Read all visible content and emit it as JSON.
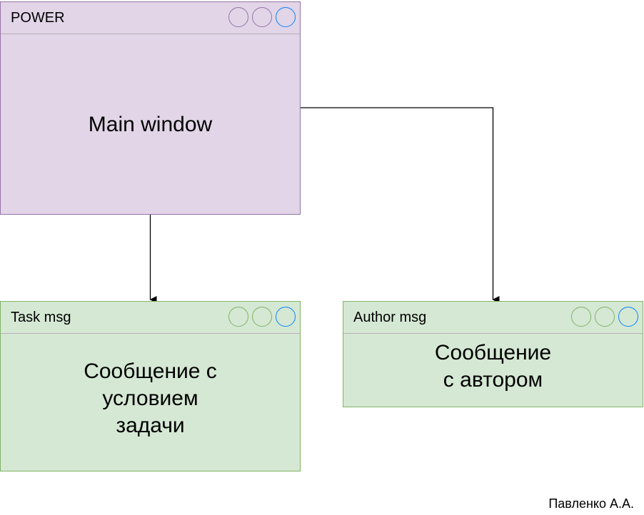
{
  "colors": {
    "main_fill": "#e1d5e7",
    "main_stroke": "#9673a6",
    "child_fill": "#d5e8d4",
    "child_stroke": "#82b366",
    "close_button": "#0a84ff",
    "connector": "#000000"
  },
  "windows": {
    "main": {
      "title": "POWER",
      "body": "Main window",
      "buttons": [
        "minimize-icon",
        "maximize-icon",
        "close-icon"
      ]
    },
    "task": {
      "title": "Task msg",
      "body": "Сообщение с\nусловием\nзадачи",
      "buttons": [
        "minimize-icon",
        "maximize-icon",
        "close-icon"
      ]
    },
    "author": {
      "title": "Author msg",
      "body": "Сообщение\nс автором",
      "buttons": [
        "minimize-icon",
        "maximize-icon",
        "close-icon"
      ]
    }
  },
  "connections": [
    {
      "from": "main",
      "to": "task"
    },
    {
      "from": "main",
      "to": "author"
    }
  ],
  "credit": "Павленко А.А."
}
